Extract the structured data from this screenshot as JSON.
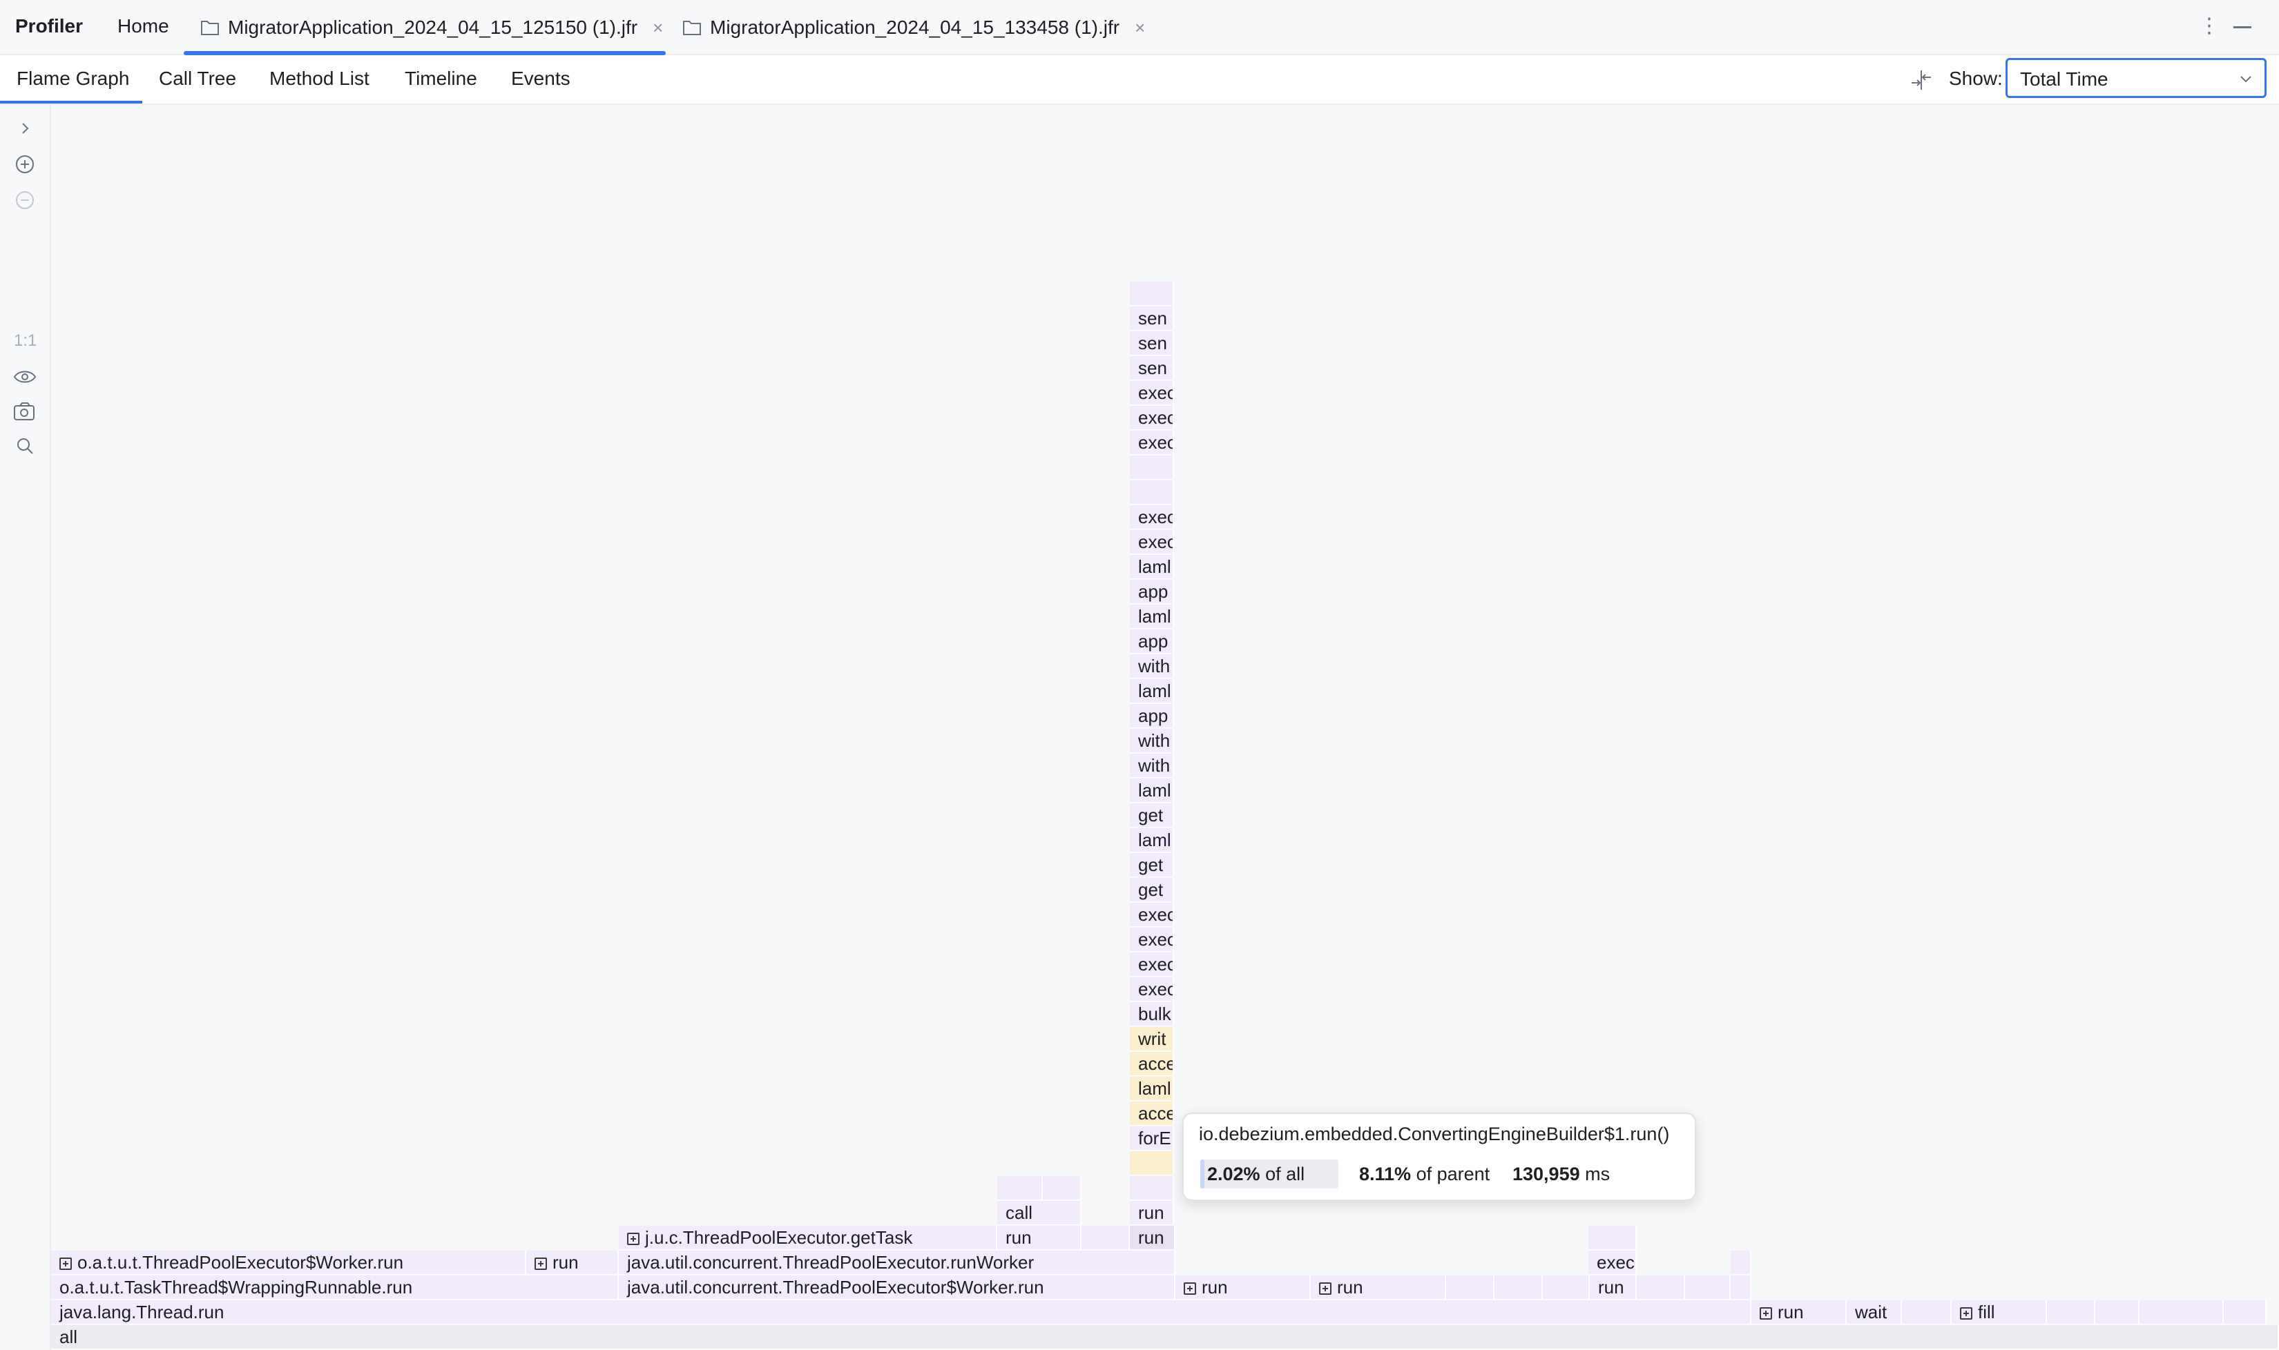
{
  "topbar": {
    "title": "Profiler",
    "home": "Home",
    "tabs": [
      {
        "label": "MigratorApplication_2024_04_15_125150 (1).jfr",
        "active": true
      },
      {
        "label": "MigratorApplication_2024_04_15_133458 (1).jfr",
        "active": false
      }
    ],
    "close_glyph": "×",
    "more_glyph": "⋮"
  },
  "viewbar": {
    "tabs": [
      "Flame Graph",
      "Call Tree",
      "Method List",
      "Timeline",
      "Events"
    ],
    "active_tab": "Flame Graph",
    "show_label": "Show:",
    "show_value": "Total Time"
  },
  "lefttools": {
    "icons": [
      "expand-chevron-icon",
      "zoom-in-icon",
      "zoom-out-icon",
      "actual-size-icon",
      "eye-icon",
      "camera-icon",
      "search-icon"
    ],
    "actual_size_label": "1:1"
  },
  "flame": {
    "frames": [
      "all",
      "java.lang.Thread.run",
      "run",
      "wait",
      "fill",
      "o.a.t.u.t.TaskThread$WrappingRunnable.run",
      "java.util.concurrent.ThreadPoolExecutor$Worker.run",
      "run",
      "run",
      "run",
      "o.a.t.u.t.ThreadPoolExecutor$Worker.run",
      "run",
      "java.util.concurrent.ThreadPoolExecutor.runWorker",
      "exec",
      "j.u.c.ThreadPoolExecutor.getTask",
      "run",
      "run",
      "call",
      "run",
      "forE",
      "acce",
      "laml",
      "acce",
      "writ",
      "bulk",
      "exec",
      "exec",
      "exec",
      "exec",
      "get",
      "get",
      "laml",
      "get",
      "laml",
      "with",
      "with",
      "app",
      "laml",
      "with",
      "app",
      "laml",
      "app",
      "laml",
      "exec",
      "exec",
      "exec",
      "exec",
      "exec",
      "sen",
      "sen",
      "sen"
    ]
  },
  "tooltip": {
    "method": "io.debezium.embedded.ConvertingEngineBuilder$1.run()",
    "pct_all": "2.02%",
    "pct_all_suffix": " of all",
    "pct_all_fraction": 0.0202,
    "pct_parent": "8.11%",
    "pct_parent_suffix": " of parent",
    "time_ms": "130,959",
    "time_unit": " ms"
  },
  "colors": {
    "accent": "#3574f0",
    "frame": "#f1ebfb",
    "frame_highlight": "#fbefce",
    "root_frame": "#ebecf0"
  }
}
